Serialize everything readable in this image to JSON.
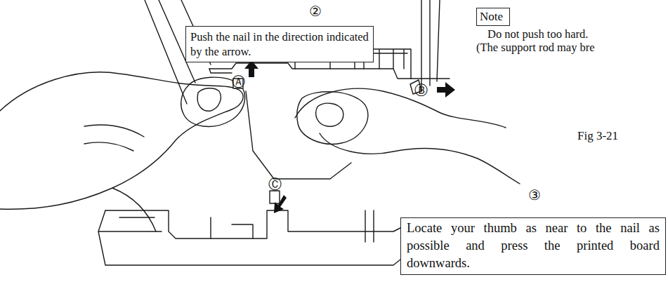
{
  "diagram": {
    "nodes": [
      {
        "text": [
          "Push the nail in the direction indicated by the arrow."
        ]
      },
      {
        "text": [
          "Note"
        ]
      },
      {
        "text": [
          "Locate your thumb as near to the nail as possible and press the printed board downwards."
        ]
      }
    ],
    "labels": [
      "②",
      "Do not push too hard.",
      "(The support rod may bre",
      "Fig 3-21",
      "③",
      "Ⓐ",
      "Ⓑ",
      "Ⓒ"
    ]
  }
}
